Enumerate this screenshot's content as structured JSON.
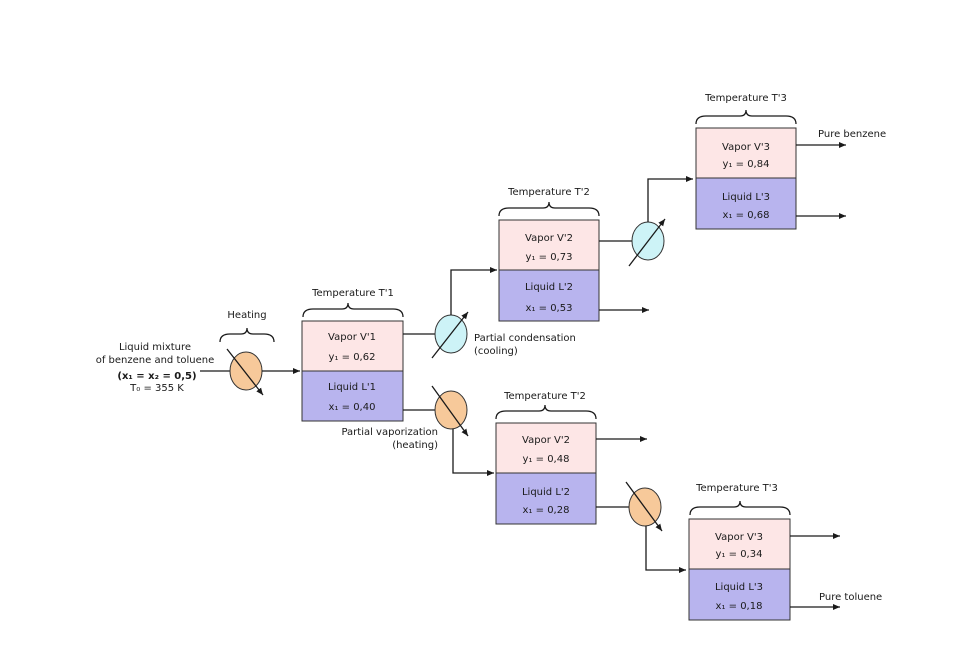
{
  "feed": {
    "line1": "Liquid mixture",
    "line2": "of benzene and toluene",
    "line3": "(x₁ = x₂ = 0,5)",
    "line4": "T₀ = 355 K"
  },
  "heating_label": "Heating",
  "stage1": {
    "temp": "Temperature T'1",
    "vapor": "Vapor V'1",
    "vapor_val": "y₁ = 0,62",
    "liquid": "Liquid L'1",
    "liquid_val": "x₁ = 0,40"
  },
  "stage2_top": {
    "temp": "Temperature T'2",
    "vapor": "Vapor V'2",
    "vapor_val": "y₁ = 0,73",
    "liquid": "Liquid L'2",
    "liquid_val": "x₁ = 0,53"
  },
  "stage3_top": {
    "temp": "Temperature T'3",
    "vapor": "Vapor V'3",
    "vapor_val": "y₁ = 0,84",
    "liquid": "Liquid L'3",
    "liquid_val": "x₁ = 0,68"
  },
  "stage2_bottom": {
    "temp": "Temperature T'2",
    "vapor": "Vapor V'2",
    "vapor_val": "y₁ = 0,48",
    "liquid": "Liquid L'2",
    "liquid_val": "x₁ = 0,28"
  },
  "stage3_bottom": {
    "temp": "Temperature T'3",
    "vapor": "Vapor V'3",
    "vapor_val": "y₁ = 0,34",
    "liquid": "Liquid L'3",
    "liquid_val": "x₁ = 0,18"
  },
  "condensation": {
    "line1": "Partial condensation",
    "line2": "(cooling)"
  },
  "vaporization": {
    "line1": "Partial vaporization",
    "line2": "(heating)"
  },
  "pure_benzene": "Pure benzene",
  "pure_toluene": "Pure toluene",
  "colors": {
    "vapor": "#fde6e6",
    "liquid": "#b8b4ee",
    "heater": "#f7c99a",
    "cooler": "#cdf3f7"
  }
}
